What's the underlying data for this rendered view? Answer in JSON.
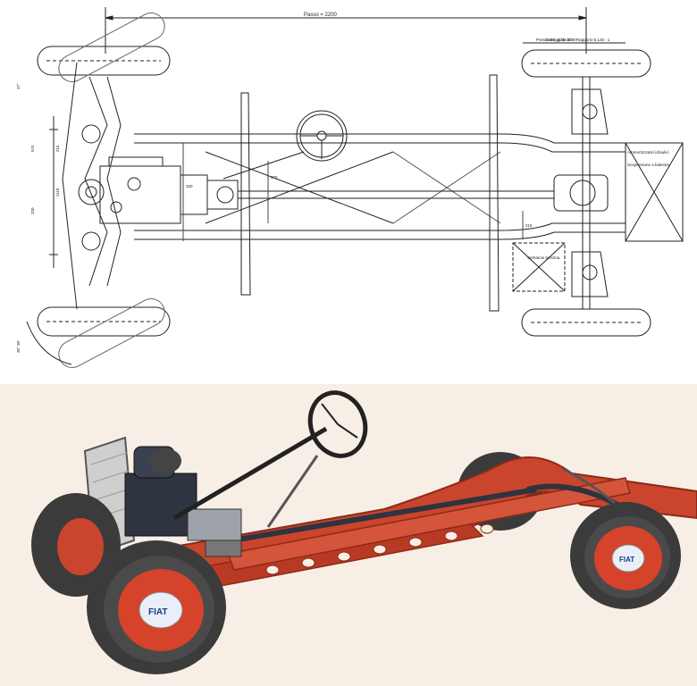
{
  "blueprint": {
    "wheelbase_label": "Passo = 2200",
    "front_track_label": "Carreggiata 1110",
    "rear_track_label": "Carreggiata 1080",
    "tyre_label": "Pneumatici 4.25-15",
    "ratio_label": "Rapporto 5,125 : 1",
    "steering_angle_label": "36° 30'",
    "side_dims": [
      "574",
      "320",
      "215",
      "1110"
    ],
    "right_note_1": "Ammortizzatori idraulici",
    "right_note_2": "Sospensione a balestre",
    "bottom_note": "Serbatoio benzina",
    "inner_dim_1": "320",
    "inner_dim_2": "370",
    "inner_dim_3": "215",
    "left_scale": "37°"
  },
  "illustration": {
    "hub_badge_text": "FIAT",
    "colors": {
      "frame_red": "#c9452d",
      "frame_dark": "#8e2a18",
      "wheel_rim": "#d5432a",
      "tyre": "#3b3b3b",
      "engine": "#2e3440",
      "background": "#f7efe6"
    }
  }
}
